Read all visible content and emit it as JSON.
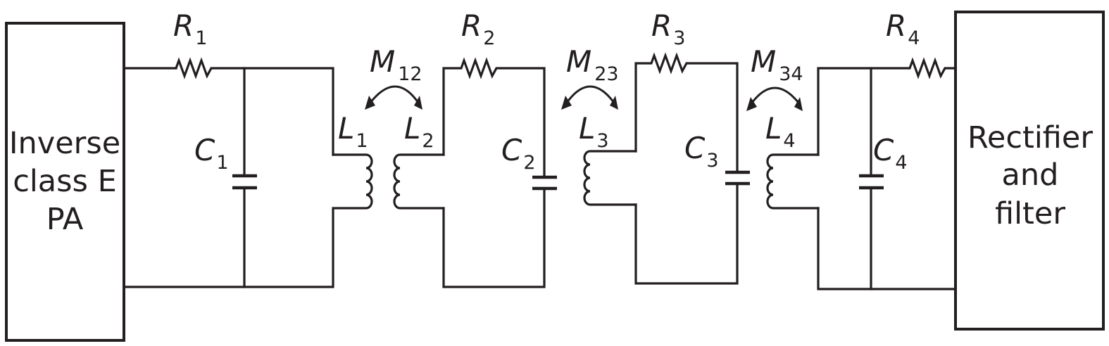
{
  "diagram": {
    "title": "Four-coil inductive power transfer circuit",
    "source_block": {
      "lines": [
        "Inverse",
        "class E",
        "PA"
      ]
    },
    "load_block": {
      "lines": [
        "Rectifier",
        "and",
        "filter"
      ]
    },
    "resistors": [
      {
        "symbol": "R",
        "index": "1"
      },
      {
        "symbol": "R",
        "index": "2"
      },
      {
        "symbol": "R",
        "index": "3"
      },
      {
        "symbol": "R",
        "index": "4"
      }
    ],
    "capacitors": [
      {
        "symbol": "C",
        "index": "1"
      },
      {
        "symbol": "C",
        "index": "2"
      },
      {
        "symbol": "C",
        "index": "3"
      },
      {
        "symbol": "C",
        "index": "4"
      }
    ],
    "inductors": [
      {
        "symbol": "L",
        "index": "1"
      },
      {
        "symbol": "L",
        "index": "2"
      },
      {
        "symbol": "L",
        "index": "3"
      },
      {
        "symbol": "L",
        "index": "4"
      }
    ],
    "mutual_inductances": [
      {
        "symbol": "M",
        "index": "12"
      },
      {
        "symbol": "M",
        "index": "23"
      },
      {
        "symbol": "M",
        "index": "34"
      }
    ],
    "colors": {
      "ink": "#231f20",
      "background": "#ffffff"
    }
  }
}
